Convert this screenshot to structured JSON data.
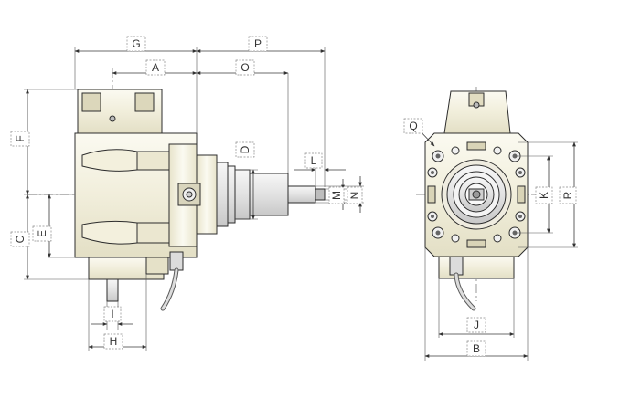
{
  "drawing": {
    "dimension_labels": {
      "A": "A",
      "B": "B",
      "C": "C",
      "D": "D",
      "E": "E",
      "F": "F",
      "G": "G",
      "H": "H",
      "I": "I",
      "J": "J",
      "K": "K",
      "L": "L",
      "M": "M",
      "N": "N",
      "O": "O",
      "P": "P",
      "Q": "Q",
      "R": "R"
    }
  }
}
